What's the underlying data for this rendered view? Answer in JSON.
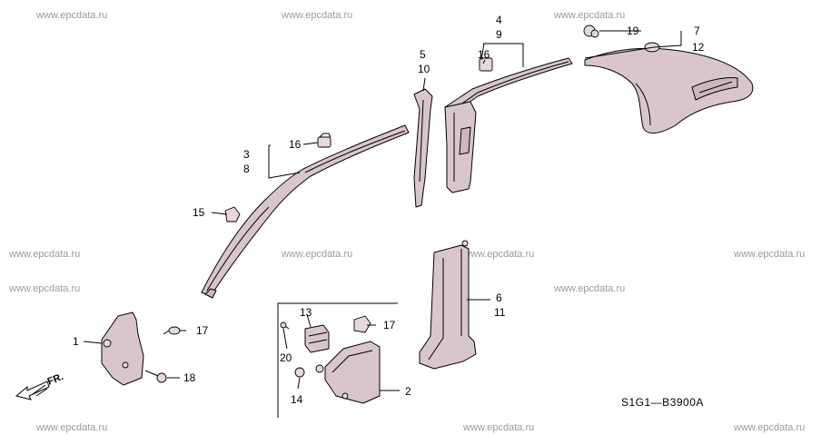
{
  "watermarks": [
    "www.epcdata.ru",
    "www.epcdata.ru",
    "www.epcdata.ru",
    "www.epcdata.ru",
    "www.epcdata.ru",
    "www.epcdata.ru",
    "www.epcdata.ru",
    "www.epcdata.ru",
    "www.epcdata.ru",
    "www.epcdata.ru",
    "www.epcdata.ru",
    "www.epcdata.ru"
  ],
  "callouts": {
    "c1": "1",
    "c2": "2",
    "c3": "3",
    "c4": "4",
    "c5": "5",
    "c6": "6",
    "c7": "7",
    "c8": "8",
    "c9": "9",
    "c10": "10",
    "c11": "11",
    "c12": "12",
    "c13": "13",
    "c14": "14",
    "c15": "15",
    "c16": "16",
    "c16b": "16",
    "c17a": "17",
    "c17b": "17",
    "c18": "18",
    "c19": "19",
    "c20": "20"
  },
  "diagram_code": "S1G1—B3900A",
  "direction_label": "FR.",
  "colors": {
    "part_fill": "#d9c6cc",
    "line": "#000000",
    "watermark": "#9a9a9a"
  }
}
